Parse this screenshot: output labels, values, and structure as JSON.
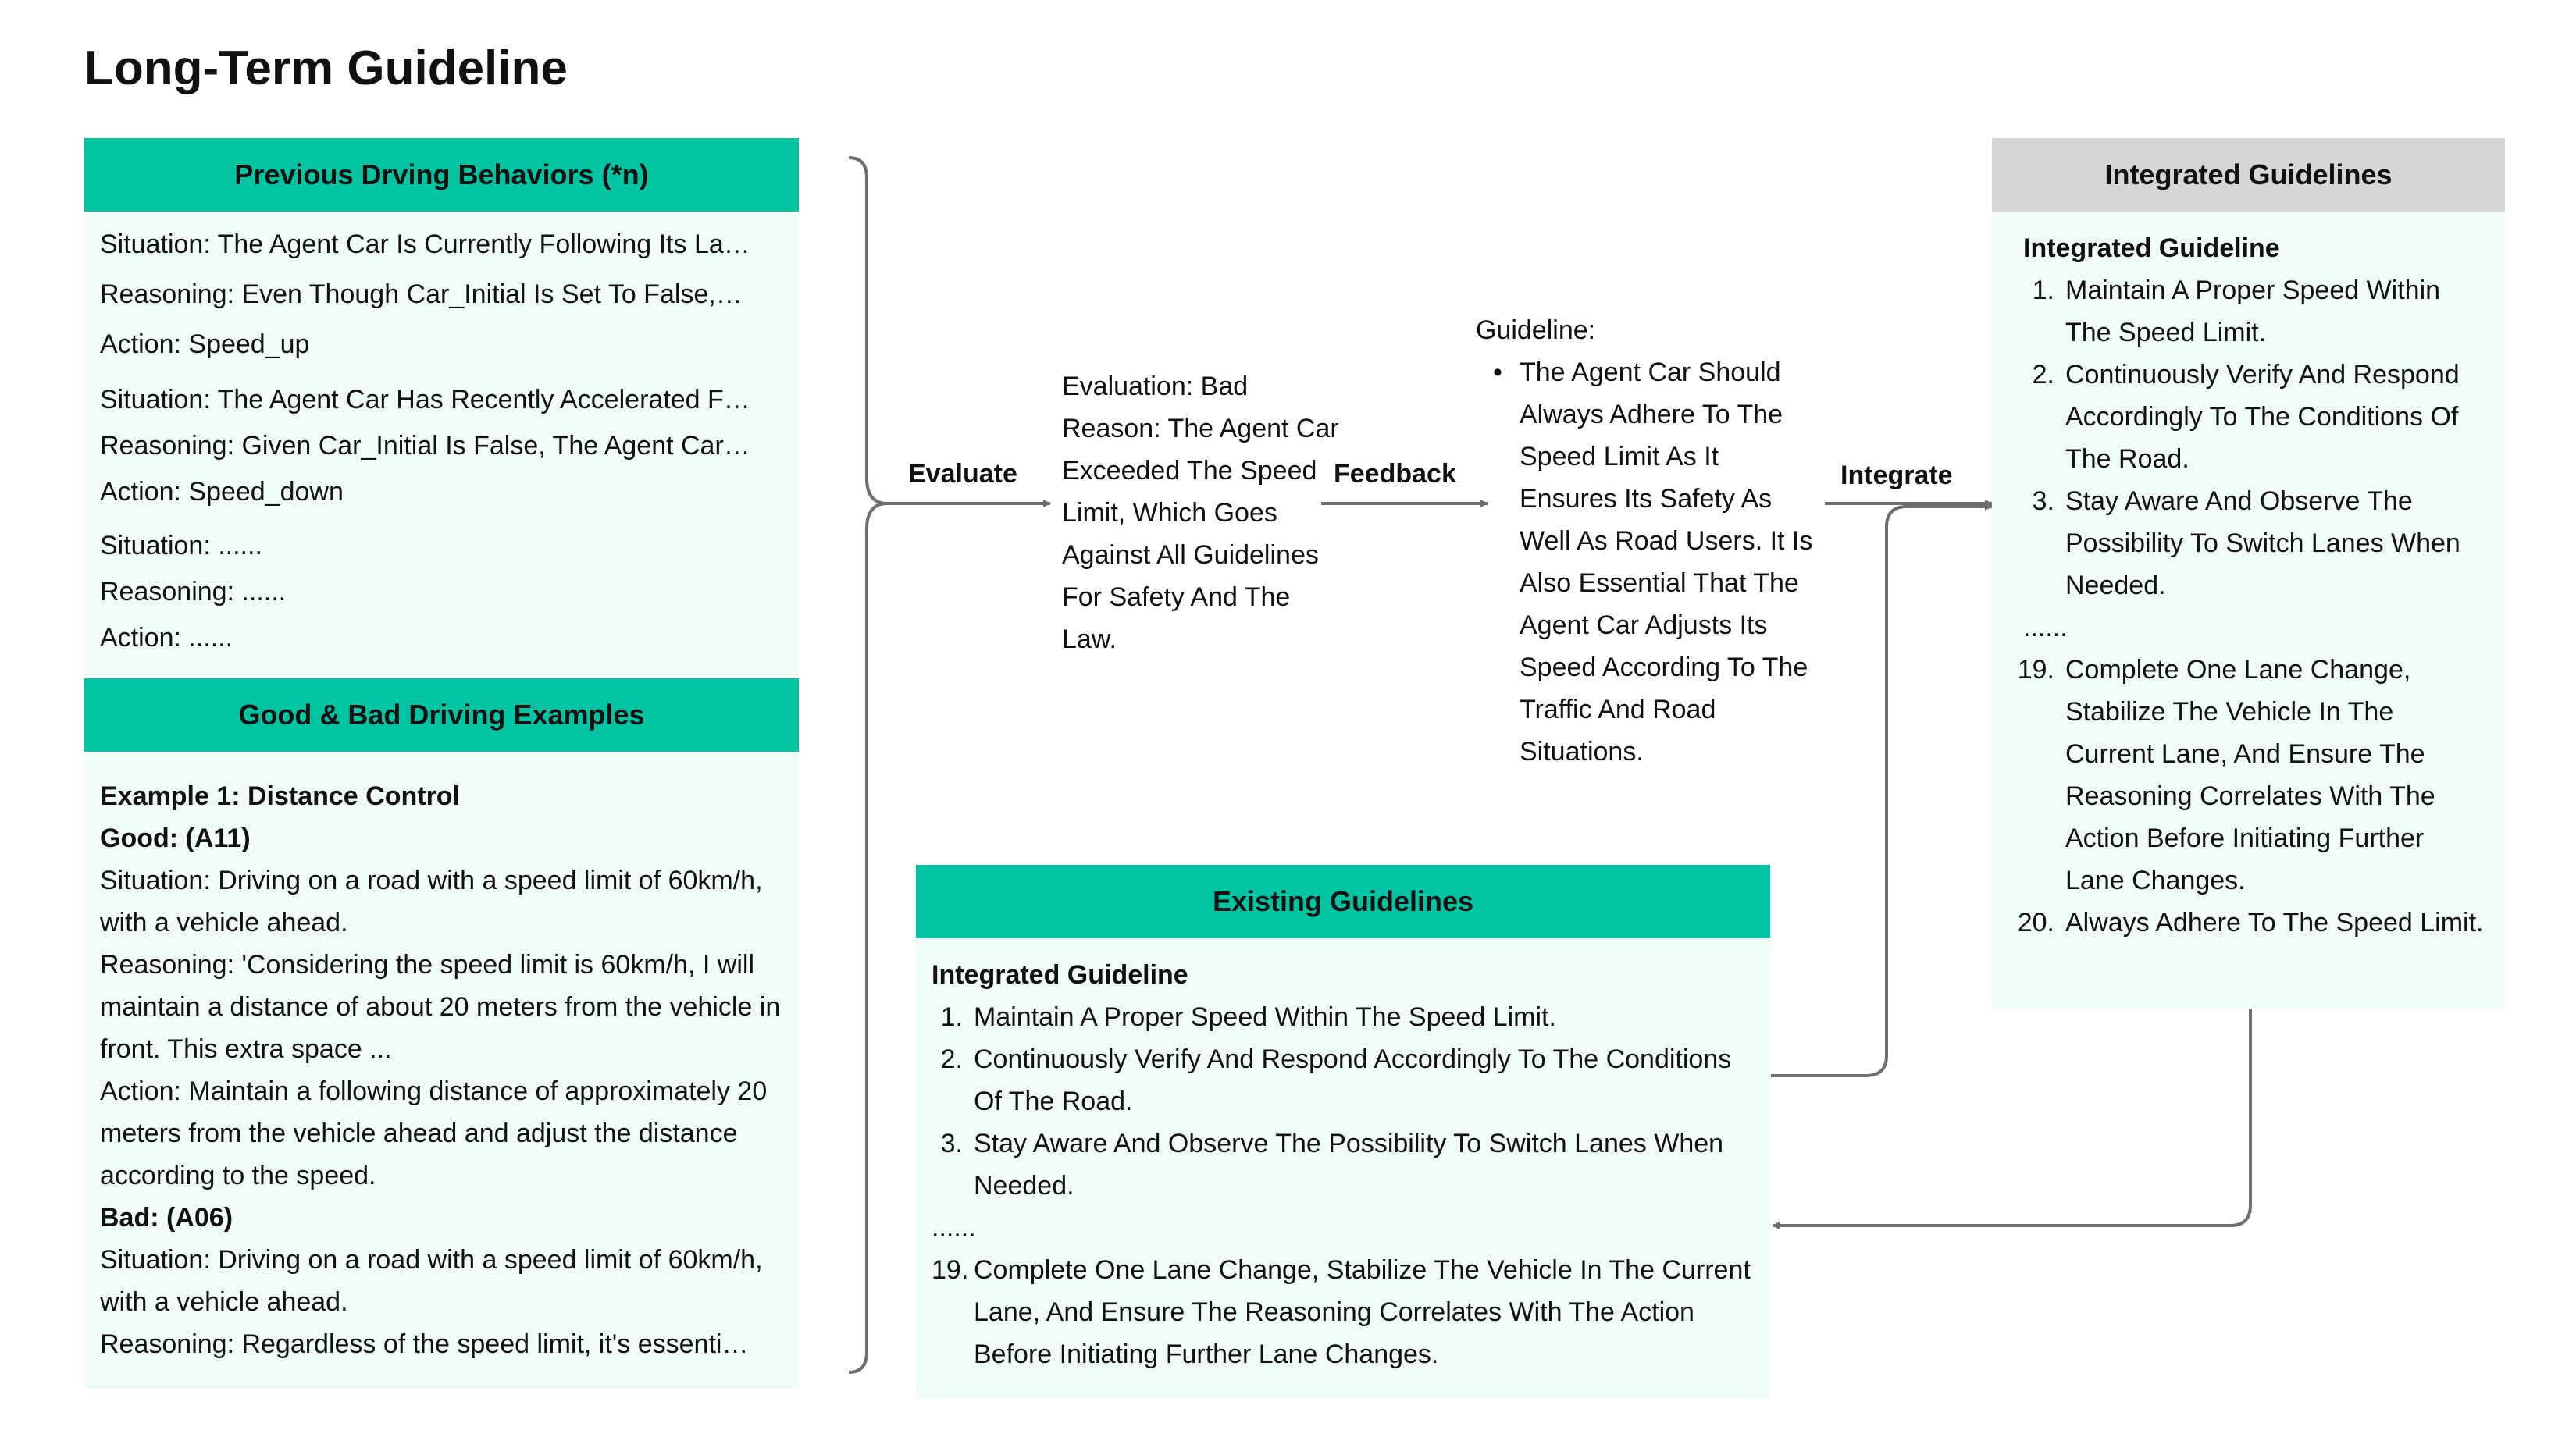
{
  "title": "Long-Term Guideline",
  "colors": {
    "header_green": "#00c4a2",
    "header_gray": "#d6d6d6",
    "panel_bg": "#f0fcf8",
    "arrow": "#6e6e6e"
  },
  "previous": {
    "header": "Previous Drving Behaviors (*n)",
    "lines": [
      "Situation: The Agent Car Is Currently Following Its La…",
      "Reasoning: Even Though Car_Initial Is Set To False,…",
      "Action: Speed_up",
      "Situation: The Agent Car Has Recently Accelerated F…",
      "Reasoning: Given Car_Initial Is False, The Agent Car…",
      "Action: Speed_down",
      "Situation: ......",
      "Reasoning: ......",
      "Action: ......"
    ]
  },
  "examples": {
    "header": "Good & Bad Driving Examples",
    "example_title": "Example 1: Distance Control",
    "good_label": "Good: (A11)",
    "good_situation": "Situation: Driving on a road with a speed limit of 60km/h, with a vehicle ahead.",
    "good_reasoning": "Reasoning: 'Considering the speed limit is 60km/h, I will maintain a distance of about 20 meters from the vehicle in front. This extra space ...",
    "good_action": "Action: Maintain a following distance of approximately 20 meters from the vehicle ahead and adjust the distance according to the speed.",
    "bad_label": "Bad: (A06)",
    "bad_situation": "Situation: Driving on a road with a speed limit of 60km/h, with a vehicle ahead.",
    "bad_reasoning": "Reasoning: Regardless of the speed limit, it's essenti…"
  },
  "flow": {
    "evaluate": "Evaluate",
    "feedback": "Feedback",
    "integrate": "Integrate"
  },
  "evaluation": {
    "text": "Evaluation: Bad Reason: The Agent Car Exceeded The Speed Limit, Which Goes Against All Guidelines For Safety And The Law."
  },
  "guideline": {
    "label": "Guideline:",
    "bullet": "The Agent Car Should Always Adhere To The Speed Limit As It Ensures Its Safety As Well As Road Users. It Is Also Essential That The Agent Car Adjusts Its Speed According To The Traffic And Road Situations."
  },
  "existing": {
    "header": "Existing Guidelines",
    "subtitle": "Integrated Guideline",
    "items": [
      {
        "num": "1.",
        "text": "Maintain A Proper Speed Within The Speed Limit."
      },
      {
        "num": "2.",
        "text": "Continuously Verify And Respond Accordingly To The Conditions Of The Road."
      },
      {
        "num": "3.",
        "text": "Stay Aware And Observe The Possibility To Switch Lanes When Needed."
      }
    ],
    "ellipsis": "......",
    "items_after": [
      {
        "num": "19.",
        "text": "Complete One Lane Change, Stabilize The Vehicle In The Current Lane, And Ensure The Reasoning Correlates With The Action Before Initiating Further Lane Changes."
      }
    ]
  },
  "integrated": {
    "header": "Integrated Guidelines",
    "subtitle": "Integrated Guideline",
    "items": [
      {
        "num": "1.",
        "text": "Maintain A Proper Speed Within The Speed Limit."
      },
      {
        "num": "2.",
        "text": "Continuously Verify And Respond Accordingly To The Conditions Of The Road."
      },
      {
        "num": "3.",
        "text": "Stay Aware And Observe The Possibility To Switch Lanes When Needed."
      }
    ],
    "ellipsis": "......",
    "items_after": [
      {
        "num": "19.",
        "text": "Complete One Lane Change, Stabilize The Vehicle In The Current Lane, And Ensure The Reasoning Correlates With The Action Before Initiating Further Lane Changes."
      },
      {
        "num": "20.",
        "text": "Always Adhere To The Speed Limit."
      }
    ]
  }
}
